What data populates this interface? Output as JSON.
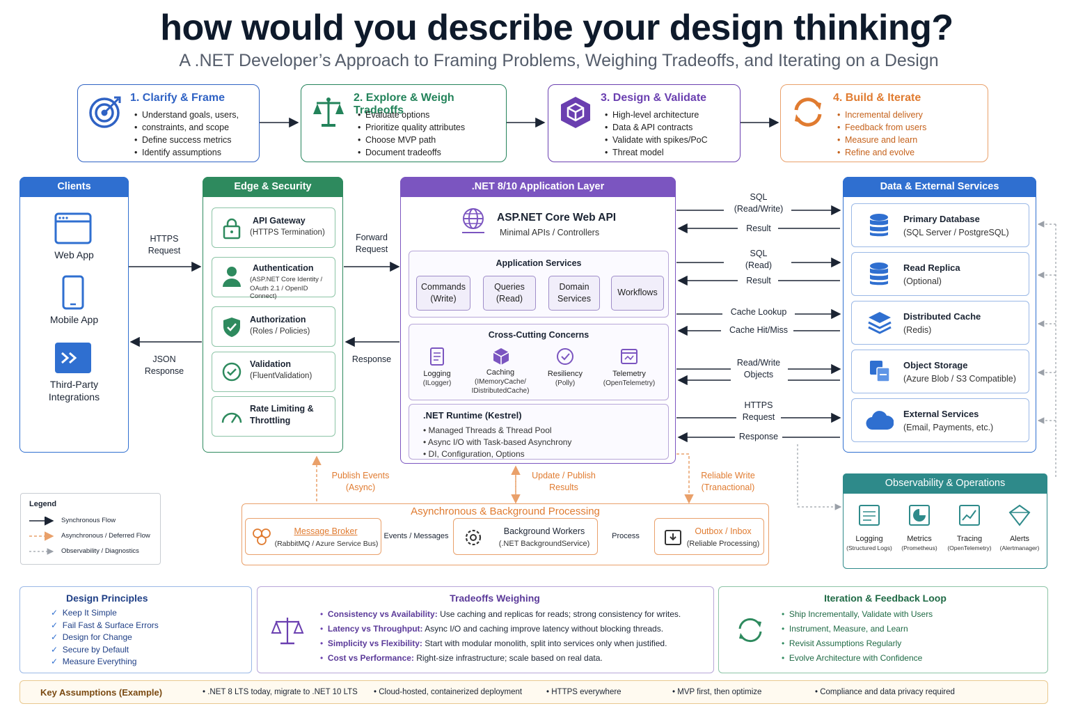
{
  "header": {
    "title": "how would you describe your design thinking?",
    "subtitle": "A .NET Developer’s Approach to Framing Problems, Weighing Tradeoffs, and Iterating on a Design"
  },
  "steps": [
    {
      "title": "1. Clarify & Frame",
      "items": [
        "Understand goals, users,",
        "constraints, and scope",
        "Define success metrics",
        "Identify assumptions"
      ],
      "icon": "target-icon",
      "color": "#2f62c4"
    },
    {
      "title": "2. Explore & Weigh Tradeoffs",
      "items": [
        "Evaluate options",
        "Prioritize quality attributes",
        "Choose MVP path",
        "Document tradeoffs"
      ],
      "icon": "scale-icon",
      "color": "#23835a"
    },
    {
      "title": "3. Design & Validate",
      "items": [
        "High-level architecture",
        "Data & API contracts",
        "Validate with spikes/PoC",
        "Threat model"
      ],
      "icon": "cube-icon",
      "color": "#6a3fb0"
    },
    {
      "title": "4. Build & Iterate",
      "items": [
        "Incremental delivery",
        "Feedback from users",
        "Measure and learn",
        "Refine and evolve"
      ],
      "icon": "refresh-icon",
      "color": "#e07b30"
    }
  ],
  "clients": {
    "title": "Clients",
    "items": [
      "Web App",
      "Mobile App",
      "Third-Party Integrations"
    ]
  },
  "edge": {
    "title": "Edge & Security",
    "items": [
      {
        "name": "API Gateway",
        "detail": "(HTTPS Termination)"
      },
      {
        "name": "Authentication",
        "detail": "(ASP.NET Core Identity /",
        "detail2": "OAuth 2.1 / OpenID Connect)"
      },
      {
        "name": "Authorization",
        "detail": "(Roles / Policies)"
      },
      {
        "name": "Validation",
        "detail": "(FluentValidation)"
      },
      {
        "name": "Rate Limiting &",
        "detail": "Throttling"
      }
    ]
  },
  "app": {
    "title": ".NET 8/10 Application Layer",
    "api_title": "ASP.NET Core Web API",
    "api_sub": "Minimal APIs / Controllers",
    "services_title": "Application Services",
    "services": [
      {
        "l1": "Commands",
        "l2": "(Write)"
      },
      {
        "l1": "Queries",
        "l2": "(Read)"
      },
      {
        "l1": "Domain",
        "l2": "Services"
      },
      {
        "l1": "Workflows",
        "l2": ""
      }
    ],
    "cc_title": "Cross-Cutting Concerns",
    "cc": [
      {
        "n": "Logging",
        "s": "(ILogger)"
      },
      {
        "n": "Caching",
        "s": "(IMemoryCache/",
        "s2": "IDistributedCache)"
      },
      {
        "n": "Resiliency",
        "s": "(Polly)"
      },
      {
        "n": "Telemetry",
        "s": "(OpenTelemetry)"
      }
    ],
    "runtime_title": ".NET Runtime (Kestrel)",
    "runtime": [
      "Managed Threads & Thread Pool",
      "Async I/O with Task-based Asynchrony",
      "DI, Configuration, Options"
    ]
  },
  "data": {
    "title": "Data & External Services",
    "items": [
      {
        "name": "Primary Database",
        "detail": "(SQL Server / PostgreSQL)"
      },
      {
        "name": "Read Replica",
        "detail": "(Optional)"
      },
      {
        "name": "Distributed Cache",
        "detail": "(Redis)"
      },
      {
        "name": "Object Storage",
        "detail": "(Azure Blob / S3 Compatible)"
      },
      {
        "name": "External Services",
        "detail": "(Email, Payments, etc.)"
      }
    ]
  },
  "flows": {
    "https_req": [
      "HTTPS",
      "Request"
    ],
    "json_resp": [
      "JSON",
      "Response"
    ],
    "fwd_req": [
      "Forward",
      "Request"
    ],
    "response": "Response",
    "sql_rw": [
      "SQL",
      "(Read/Write)"
    ],
    "result1": "Result",
    "sql_r": [
      "SQL",
      "(Read)"
    ],
    "result2": "Result",
    "cache_lookup": "Cache Lookup",
    "cache_hit": "Cache Hit/Miss",
    "rw_objects": [
      "Read/Write",
      "Objects"
    ],
    "https_req2": [
      "HTTPS",
      "Request"
    ],
    "response2": "Response",
    "publish": [
      "Publish Events",
      "(Async)"
    ],
    "update": [
      "Update / Publish",
      "Results"
    ],
    "reliable": [
      "Reliable Write",
      "(Tranactional)"
    ],
    "events": "Events / Messages",
    "process": "Process"
  },
  "async": {
    "title": "Asynchronous & Background Processing",
    "items": [
      {
        "name": "Message Broker",
        "detail": "(RabbitMQ / Azure Service Bus)"
      },
      {
        "name": "Background Workers",
        "detail": "(.NET BackgroundService)"
      },
      {
        "name": "Outbox / Inbox",
        "detail": "(Reliable Processing)"
      }
    ]
  },
  "obs": {
    "title": "Observability & Operations",
    "items": [
      {
        "n": "Logging",
        "s": "(Structured Logs)"
      },
      {
        "n": "Metrics",
        "s": "(Prometheus)"
      },
      {
        "n": "Tracing",
        "s": "(OpenTelemetry)"
      },
      {
        "n": "Alerts",
        "s": "(Alertmanager)"
      }
    ]
  },
  "legend": {
    "title": "Legend",
    "items": [
      "Synchronous Flow",
      "Asynchronous / Deferred Flow",
      "Observability / Diagnostics"
    ]
  },
  "principles": {
    "title": "Design Principles",
    "items": [
      "Keep It Simple",
      "Fail Fast & Surface Errors",
      "Design for Change",
      "Secure by Default",
      "Measure Everything"
    ]
  },
  "tradeoffs": {
    "title": "Tradeoffs Weighing",
    "items": [
      {
        "k": "Consistency vs Availability:",
        "v": "Use caching and replicas for reads; strong consistency for writes."
      },
      {
        "k": "Latency vs Throughput:",
        "v": "Async I/O and caching improve latency without blocking threads."
      },
      {
        "k": "Simplicity vs Flexibility:",
        "v": "Start with modular monolith, split into services only when justified."
      },
      {
        "k": "Cost vs Performance:",
        "v": "Right-size infrastructure; scale based on real data."
      }
    ]
  },
  "iteration": {
    "title": "Iteration & Feedback Loop",
    "items": [
      "Ship Incrementally, Validate with Users",
      "Instrument, Measure, and Learn",
      "Revisit Assumptions Regularly",
      "Evolve Architecture with Confidence"
    ]
  },
  "assumptions": {
    "title": "Key Assumptions (Example)",
    "items": [
      ".NET 8 LTS today, migrate to .NET 10 LTS",
      "Cloud-hosted, containerized deployment",
      "HTTPS everywhere",
      "MVP first, then optimize",
      "Compliance and data privacy required"
    ]
  }
}
